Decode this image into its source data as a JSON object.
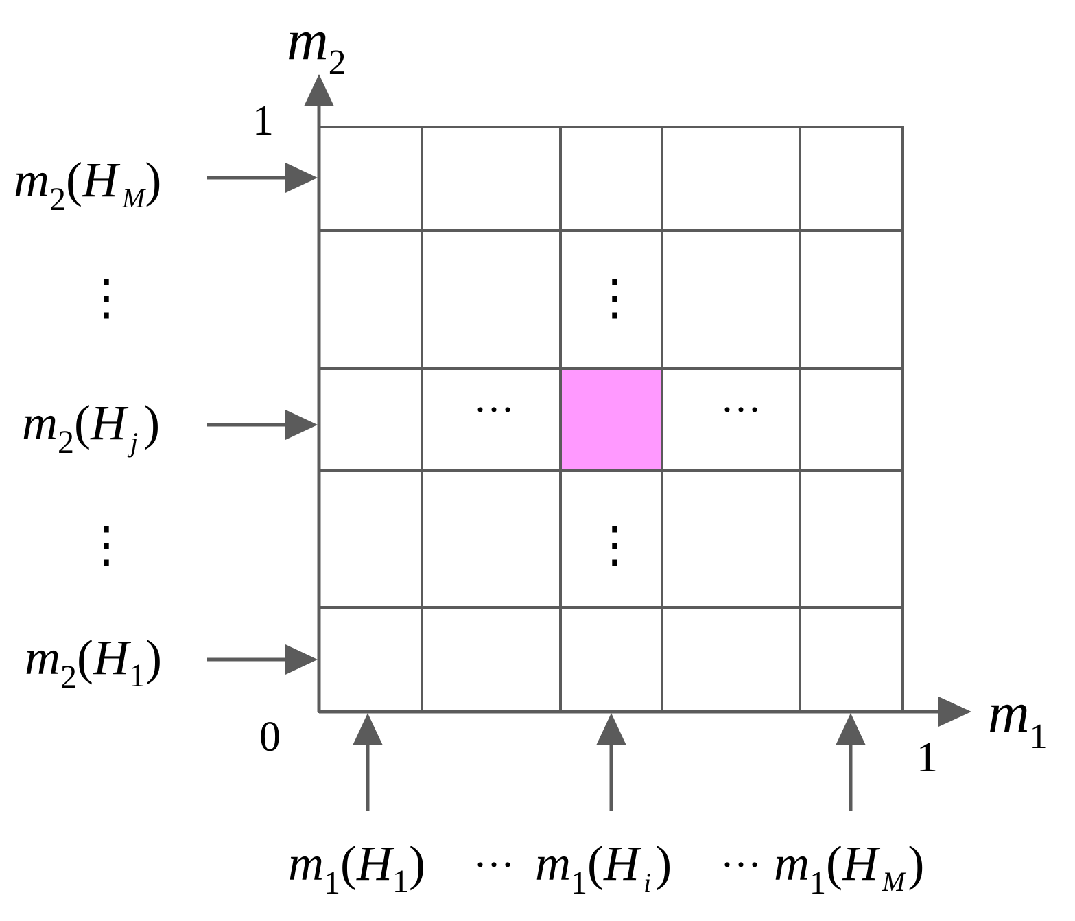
{
  "colors": {
    "line": "#5b5b5b",
    "highlight": "#ff99ff",
    "text": "#000000"
  },
  "axes": {
    "y_label": {
      "base": "m",
      "sub": "2"
    },
    "x_label": {
      "base": "m",
      "sub": "1"
    },
    "y_max": "1",
    "origin": "0",
    "x_max": "1"
  },
  "grid": {
    "columns": 5,
    "rows": 5,
    "highlight_cell": {
      "column": 3,
      "row_from_bottom": 3
    },
    "dots_horizontal": "···",
    "dots_vertical": "⋮"
  },
  "left_labels": [
    {
      "base": "m",
      "sub": "2",
      "open": "(",
      "H": "H",
      "idx": "M",
      "close": ")",
      "arrow": true
    },
    {
      "dots": "⋮"
    },
    {
      "base": "m",
      "sub": "2",
      "open": "(",
      "H": "H",
      "idx": "j",
      "close": ")",
      "arrow": true
    },
    {
      "dots": "⋮"
    },
    {
      "base": "m",
      "sub": "2",
      "open": "(",
      "H": "H",
      "idx": "1",
      "close": ")",
      "arrow": true
    }
  ],
  "bottom_labels": [
    {
      "base": "m",
      "sub": "1",
      "open": "(",
      "H": "H",
      "idx": "1",
      "close": ")"
    },
    {
      "dots": "···"
    },
    {
      "base": "m",
      "sub": "1",
      "open": "(",
      "H": "H",
      "idx": "i",
      "close": ")"
    },
    {
      "dots": "···"
    },
    {
      "base": "m",
      "sub": "1",
      "open": "(",
      "H": "H",
      "idx": "M",
      "close": ")"
    }
  ]
}
